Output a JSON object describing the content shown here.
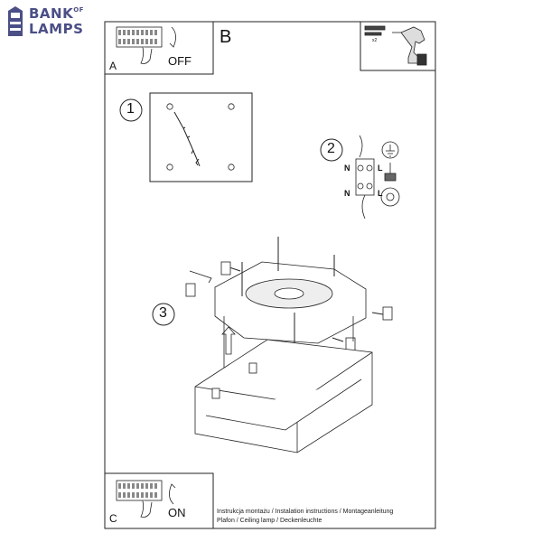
{
  "brand": {
    "line1": "BANK",
    "line1_suffix": "OF",
    "line2": "LAMPS",
    "color": "#4b4f86"
  },
  "panels": {
    "a": {
      "letter": "A",
      "state": "OFF"
    },
    "b": {
      "letter": "B"
    },
    "c": {
      "letter": "C",
      "state": "ON"
    }
  },
  "steps": {
    "one": "1",
    "two": "2",
    "three": "3"
  },
  "wiring": {
    "n_top": "N",
    "l_top": "L",
    "n_bottom": "N",
    "l_bottom": "L"
  },
  "drill": {
    "count": "x2"
  },
  "footer": {
    "line1": "Instrukcja montażu / Instalation instructions / Montageanleitung",
    "line2": "Plafon / Ceiling lamp / Deckenleuchte"
  }
}
